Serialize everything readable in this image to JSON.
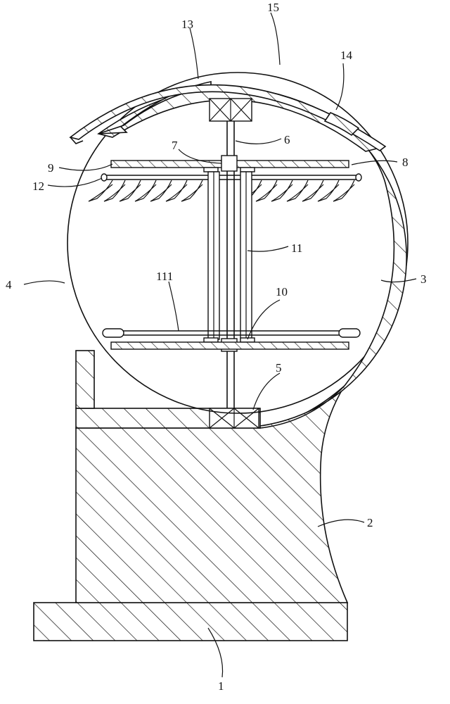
{
  "labels": {
    "l1": "1",
    "l2": "2",
    "l3": "3",
    "l4": "4",
    "l5": "5",
    "l6": "6",
    "l7": "7",
    "l8": "8",
    "l9": "9",
    "l10": "10",
    "l11": "11",
    "l111": "111",
    "l12": "12",
    "l13": "13",
    "l14": "14",
    "l15": "15"
  }
}
